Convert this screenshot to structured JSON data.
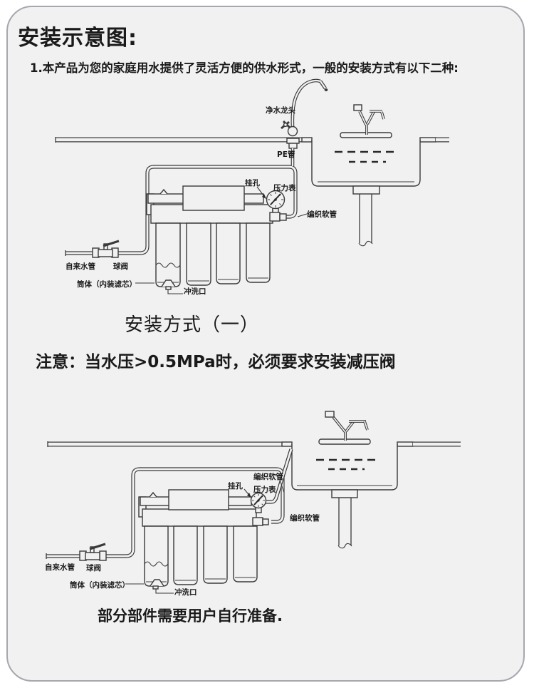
{
  "theme": {
    "page_background": "#ffffff",
    "panel_background": "#f1f1f2",
    "border_color": "#a6a6ae",
    "line_color": "#3a3a3a",
    "text_color": "#1a1a1a"
  },
  "header": {
    "title": "安装示意图:",
    "intro": "1.本产品为您的家庭用水提供了灵活方便的供水形式，一般的安装方式有以下二种:"
  },
  "method1": {
    "caption": "安装方式（一）",
    "notice": "注意：当水压>0.5MPa时，必须要求安装减压阀"
  },
  "footer": {
    "note": "部分部件需要用户自行准备."
  },
  "diagram1": {
    "labels": {
      "purified_faucet": "净水龙头",
      "pe_pipe": "PE管",
      "hang_hole": "挂孔",
      "pressure_gauge": "压力表",
      "braided_hose": "编织软管",
      "tap_water_pipe": "自来水管",
      "ball_valve": "球阀",
      "housing": "筒体（内装滤芯）",
      "flush_port": "冲洗口"
    }
  },
  "diagram2": {
    "labels": {
      "braided_hose_top": "编织软管",
      "hang_hole": "挂孔",
      "pressure_gauge": "压力表",
      "braided_hose_bottom": "编织软管",
      "tap_water_pipe": "自来水管",
      "ball_valve": "球阀",
      "housing": "筒体（内装滤芯）",
      "flush_port": "冲洗口"
    }
  }
}
